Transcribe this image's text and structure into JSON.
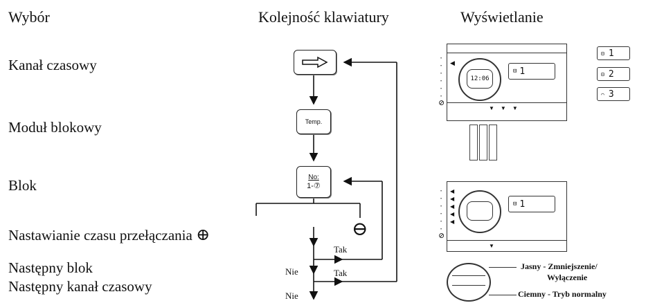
{
  "headers": {
    "col1": "Wybór",
    "col2": "Kolejność klawiatury",
    "col3": "Wyświetlanie"
  },
  "steps": {
    "kanal": "Kanał czasowy",
    "modul": "Moduł blokowy",
    "blok": "Blok",
    "nastawianie": "Nastawianie czasu przełączania",
    "nastepny_blok": "Następny blok",
    "nastepny_kanal": "Następny kanał czasowy"
  },
  "keys": {
    "temp": "Temp.",
    "blok_top": "No:",
    "blok_bottom": "1-⑦"
  },
  "flow": {
    "tak1": "Tak",
    "tak2": "Tak",
    "nie1": "Nie",
    "nie2": "Nie"
  },
  "symbols": {
    "plus": "⊕",
    "minus": "⊖"
  },
  "display": {
    "time": "12:06",
    "lcd_main": "1",
    "lcd_alt1": "1",
    "lcd_alt2": "2",
    "lcd_alt3": "3",
    "lcd_lower": "1"
  },
  "legend": {
    "jasny_line1": "Jasny - Zmniejszenie/",
    "jasny_line2": "Wyłączenie",
    "ciemny": "Ciemny - Tryb normalny"
  }
}
